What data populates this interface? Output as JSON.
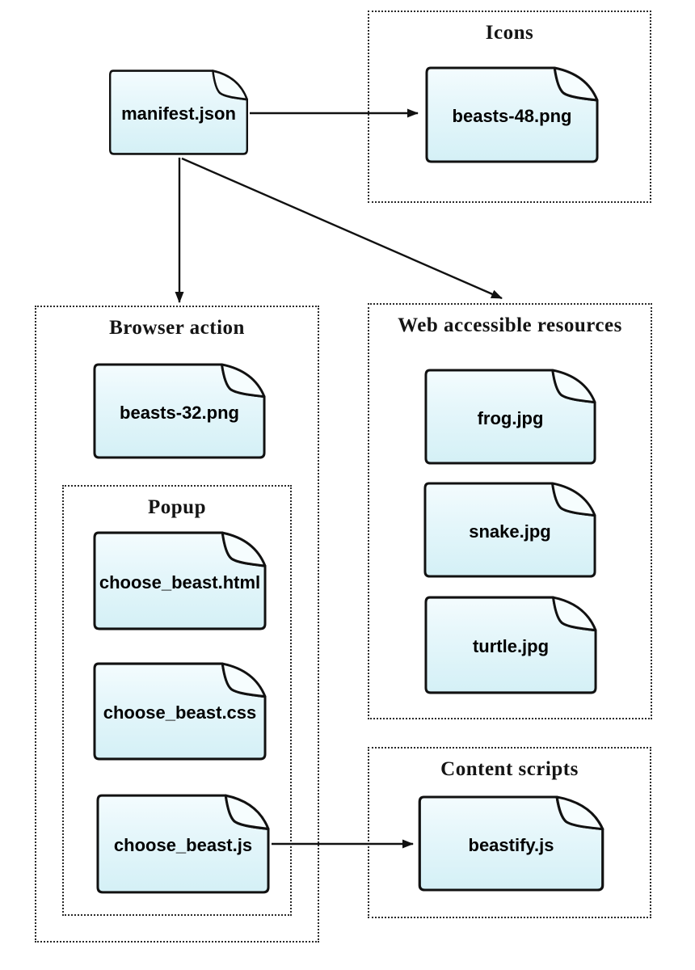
{
  "diagram": {
    "groups": {
      "icons": {
        "title": "Icons"
      },
      "browser_action": {
        "title": "Browser action"
      },
      "popup": {
        "title": "Popup"
      },
      "web_accessible": {
        "title": "Web accessible resources"
      },
      "content_scripts": {
        "title": "Content scripts"
      }
    },
    "files": {
      "manifest": {
        "label": "manifest.json"
      },
      "beasts48": {
        "label": "beasts-48.png"
      },
      "beasts32": {
        "label": "beasts-32.png"
      },
      "choose_beast_html": {
        "label": "choose_beast.html"
      },
      "choose_beast_css": {
        "label": "choose_beast.css"
      },
      "choose_beast_js": {
        "label": "choose_beast.js"
      },
      "frog": {
        "label": "frog.jpg"
      },
      "snake": {
        "label": "snake.jpg"
      },
      "turtle": {
        "label": "turtle.jpg"
      },
      "beastify": {
        "label": "beastify.js"
      }
    },
    "edges": [
      {
        "from": "manifest.json",
        "to": "beasts-48.png"
      },
      {
        "from": "manifest.json",
        "to": "Browser action"
      },
      {
        "from": "manifest.json",
        "to": "Web accessible resources"
      },
      {
        "from": "choose_beast.js",
        "to": "beastify.js"
      }
    ],
    "colors": {
      "file_fill_top": "#f4fcfe",
      "file_fill_bottom": "#d4f0f6",
      "stroke": "#111111",
      "title_color": "#141414",
      "background": "#ffffff"
    }
  }
}
